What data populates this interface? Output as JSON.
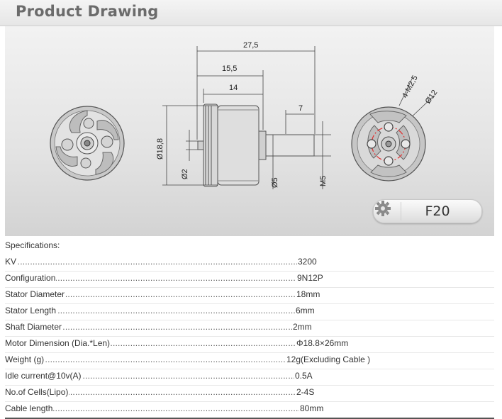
{
  "header": {
    "title": "Product Drawing"
  },
  "drawing": {
    "dimensions": {
      "overall_length": "27,5",
      "body_with_bell": "15,5",
      "body_length": "14",
      "shaft_protrusion": "7",
      "diameter_body": "Ø18,8",
      "diameter_2": "Ø2",
      "diameter_5": "Ø5",
      "m5": "M5",
      "mount_holes": "4-M2,5",
      "bolt_circle": "Ø12"
    },
    "model": "F20"
  },
  "specs": {
    "heading": "Specifications:",
    "rows": [
      {
        "label": "KV",
        "value": "3200"
      },
      {
        "label": "Configuration",
        "value": "9N12P"
      },
      {
        "label": "Stator Diameter",
        "value": "18mm"
      },
      {
        "label": "Stator Length",
        "value": "6mm"
      },
      {
        "label": "Shaft Diameter",
        "value": "2mm"
      },
      {
        "label": "Motor Dimension (Dia.*Len)",
        "value": "Φ18.8×26mm"
      },
      {
        "label": "Weight (g)",
        "value": "12g(Excluding Cable )"
      },
      {
        "label": "Idle current@10v(A)",
        "value": "0.5A"
      },
      {
        "label": "No.of Cells(Lipo)",
        "value": "2-4S"
      },
      {
        "label": "Cable length",
        "value": "80mm"
      }
    ]
  }
}
